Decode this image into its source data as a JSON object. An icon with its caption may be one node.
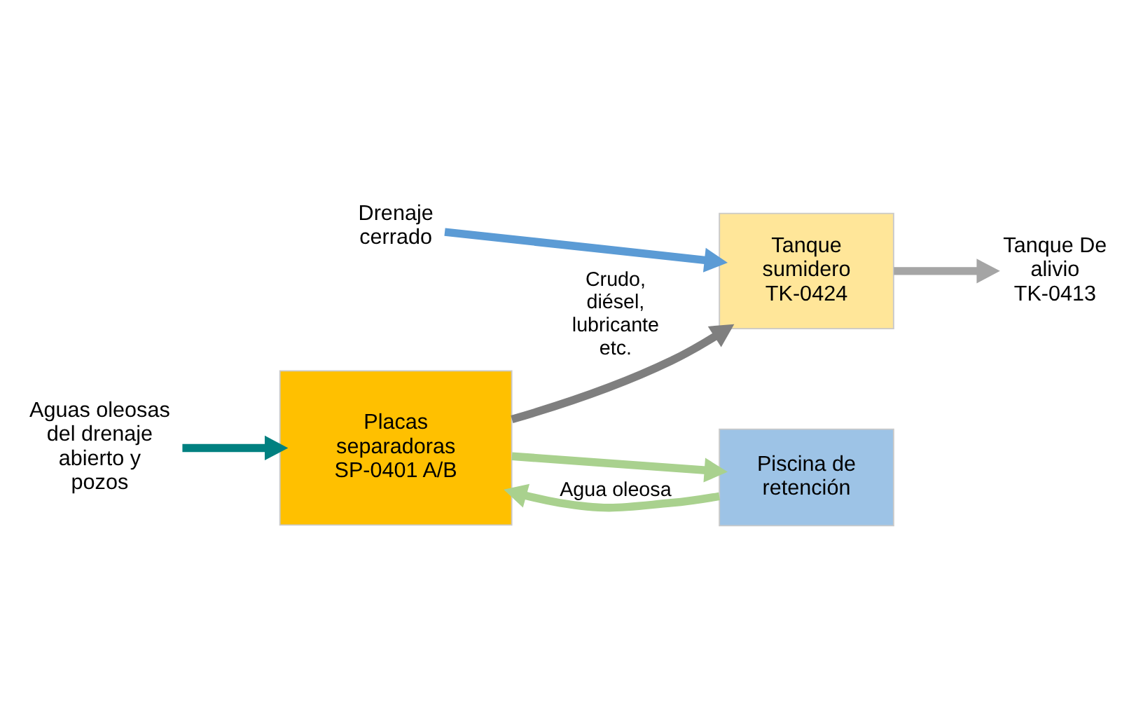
{
  "diagram": {
    "nodes": [
      {
        "text": [
          "Drenaje cerrado"
        ]
      },
      {
        "text": [
          "Tanque sumidero TK-0424"
        ]
      },
      {
        "text": [
          "Tanque De alivio TK-0413"
        ]
      },
      {
        "text": [
          "Placas separadoras SP-0401 A/B"
        ]
      },
      {
        "text": [
          "Aguas oleosas del drenaje abierto y pozos"
        ]
      },
      {
        "text": [
          "Piscina de retención"
        ]
      }
    ],
    "edges": [
      {
        "from": 0,
        "to": 1,
        "arrow": "to",
        "color": "#5b9bd5"
      },
      {
        "from": 3,
        "to": 1,
        "arrow": "to",
        "label": "Crudo, diésel, lubricante etc.",
        "color": "#7f7f7f"
      },
      {
        "from": 1,
        "to": 2,
        "arrow": "to",
        "color": "#a5a5a5"
      },
      {
        "from": 4,
        "to": 3,
        "arrow": "to",
        "color": "#008080"
      },
      {
        "from": 3,
        "to": 5,
        "arrow": "to",
        "color": "#a9d18e"
      },
      {
        "from": 5,
        "to": 3,
        "arrow": "to",
        "label": "Agua oleosa",
        "color": "#a9d18e"
      }
    ]
  }
}
